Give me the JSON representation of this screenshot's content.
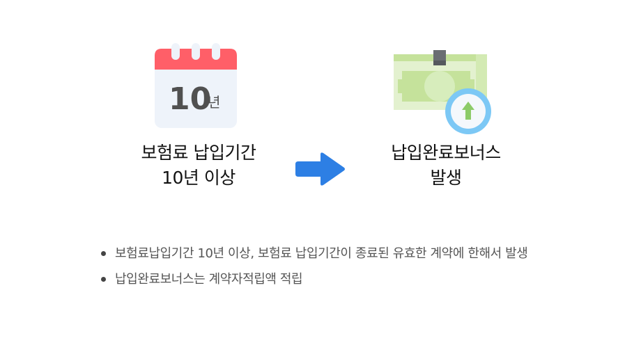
{
  "calendar_icon": {
    "number": "10",
    "unit": "년"
  },
  "step_from": {
    "line1": "보험료 납입기간",
    "line2": "10년 이상"
  },
  "step_to": {
    "line1": "납입완료보너스",
    "line2": "발생"
  },
  "colors": {
    "calendar_header": "#FF5F68",
    "calendar_body": "#EEF3FA",
    "arrow": "#2D7FE4",
    "bill": "#C5E29B",
    "coin": "#7CC8F5",
    "up_arrow": "#8CCB68",
    "text": "#111111",
    "notes_text": "#555555"
  },
  "notes": [
    {
      "text": "보험료납입기간 10년 이상, 보험료 납입기간이 종료된 유효한 계약에 한해서 발생"
    },
    {
      "text": "납입완료보너스는 계약자적립액 적립"
    }
  ]
}
